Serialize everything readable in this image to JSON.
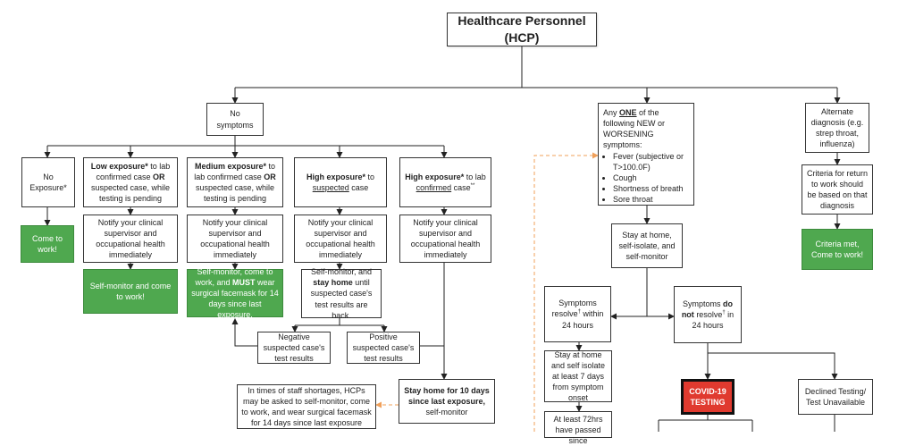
{
  "title": "Healthcare Personnel (HCP)",
  "no_symptoms": "No symptoms",
  "exposures": {
    "none": "No Exposure*",
    "low": {
      "bold": "Low exposure*",
      "rest": " to lab confirmed case ",
      "or": "OR",
      "tail": " suspected case, while testing is pending"
    },
    "medium": {
      "bold": "Medium exposure*",
      "rest": " to lab confirmed case ",
      "or": "OR",
      "tail": " suspected case, while testing is pending"
    },
    "high_suspected": {
      "bold": "High exposure*",
      "rest": " to ",
      "u": "suspected",
      "tail": " case"
    },
    "high_confirmed": {
      "bold": "High exposure*",
      "rest": " to lab ",
      "u": "confirmed",
      "tail": " case",
      "sup": "**"
    }
  },
  "come_to_work": "Come to work!",
  "notify": "Notify your clinical supervisor and occupational health immediately",
  "low_outcome": "Self-monitor and come to work!",
  "medium_outcome": {
    "a": "Self-monitor, come to work, and ",
    "b": "MUST",
    "c": " wear surgical facemask for 14 days since last exposure."
  },
  "high_suspected_outcome": {
    "a": "Self-monitor, and ",
    "b": "stay home",
    "c": " until suspected case's test results are back."
  },
  "negative_results": "Negative suspected case's test results",
  "positive_results": "Positive suspected case's test results",
  "shortage_note": "In times of staff shortages, HCPs may be asked to self-monitor, come to work, and wear surgical facemask for 14 days since last exposure",
  "stay_home": {
    "b": "Stay home for 10 days since last exposure,",
    "c": " self-monitor"
  },
  "symptoms": {
    "intro_a": "Any ",
    "intro_one": "ONE",
    "intro_b": " of the following NEW or WORSENING symptoms:",
    "items": [
      "Fever (subjective or T>100.0F)",
      "Cough",
      "Shortness of breath",
      "Sore throat"
    ]
  },
  "alt_diagnosis": "Alternate diagnosis (e.g. strep throat, influenza)",
  "criteria_return": "Criteria for return to work should be based on that diagnosis",
  "criteria_met": "Criteria met, Come to work!",
  "stay_isolate": "Stay at home, self-isolate, and self-monitor",
  "resolve": {
    "a": "Symptoms resolve",
    "sup": "†",
    "b": " within 24 hours"
  },
  "not_resolve": {
    "a": "Symptoms ",
    "b": "do not",
    "c": " resolve",
    "sup": "†",
    "d": " in 24 hours"
  },
  "isolate_7": "Stay at home and self isolate at least 7 days from symptom onset",
  "at_least_72": "At least 72hrs have passed since",
  "covid_testing": "COVID-19 TESTING",
  "declined_testing": "Declined Testing/ Test Unavailable",
  "colors": {
    "green": "#4fa84f",
    "red": "#e03a2f",
    "dashed": "#f0a05a"
  }
}
